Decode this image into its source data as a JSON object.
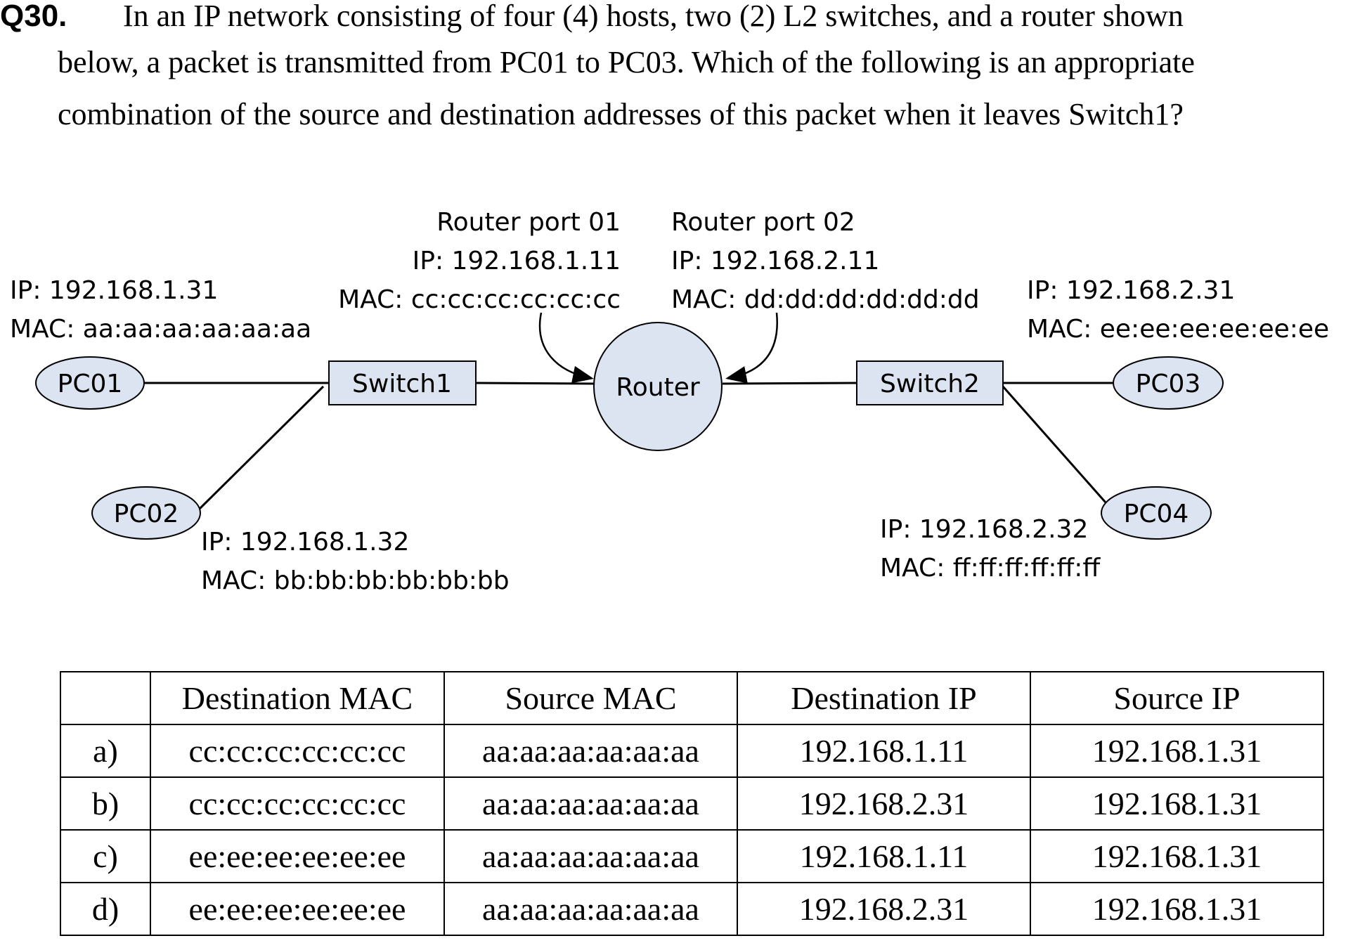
{
  "question": {
    "number": "Q30.",
    "line1": "In an IP network consisting of four (4) hosts, two (2) L2 switches, and a router shown",
    "line2": "below, a packet is transmitted from PC01 to PC03. Which of the following is an appropriate",
    "line3": "combination of the source and destination addresses of this packet when it leaves Switch1?"
  },
  "diagram": {
    "nodes": {
      "pc01": "PC01",
      "pc02": "PC02",
      "pc03": "PC03",
      "pc04": "PC04",
      "switch1": "Switch1",
      "switch2": "Switch2",
      "router": "Router"
    },
    "pc01_info": {
      "ip": "IP: 192.168.1.31",
      "mac": "MAC: aa:aa:aa:aa:aa:aa"
    },
    "pc02_info": {
      "ip": "IP: 192.168.1.32",
      "mac": "MAC: bb:bb:bb:bb:bb:bb"
    },
    "pc03_info": {
      "ip": "IP: 192.168.2.31",
      "mac": "MAC: ee:ee:ee:ee:ee:ee"
    },
    "pc04_info": {
      "ip": "IP: 192.168.2.32",
      "mac": "MAC: ff:ff:ff:ff:ff:ff"
    },
    "port01_info": {
      "title": "Router port 01",
      "ip": "IP: 192.168.1.11",
      "mac": "MAC: cc:cc:cc:cc:cc:cc"
    },
    "port02_info": {
      "title": "Router port 02",
      "ip": "IP: 192.168.2.11",
      "mac": "MAC: dd:dd:dd:dd:dd:dd"
    },
    "node_fill": "#dce3f1"
  },
  "answers": {
    "headers": [
      "",
      "Destination MAC",
      "Source MAC",
      "Destination IP",
      "Source IP"
    ],
    "rows": [
      [
        "a)",
        "cc:cc:cc:cc:cc:cc",
        "aa:aa:aa:aa:aa:aa",
        "192.168.1.11",
        "192.168.1.31"
      ],
      [
        "b)",
        "cc:cc:cc:cc:cc:cc",
        "aa:aa:aa:aa:aa:aa",
        "192.168.2.31",
        "192.168.1.31"
      ],
      [
        "c)",
        "ee:ee:ee:ee:ee:ee",
        "aa:aa:aa:aa:aa:aa",
        "192.168.1.11",
        "192.168.1.31"
      ],
      [
        "d)",
        "ee:ee:ee:ee:ee:ee",
        "aa:aa:aa:aa:aa:aa",
        "192.168.2.31",
        "192.168.1.31"
      ]
    ]
  }
}
